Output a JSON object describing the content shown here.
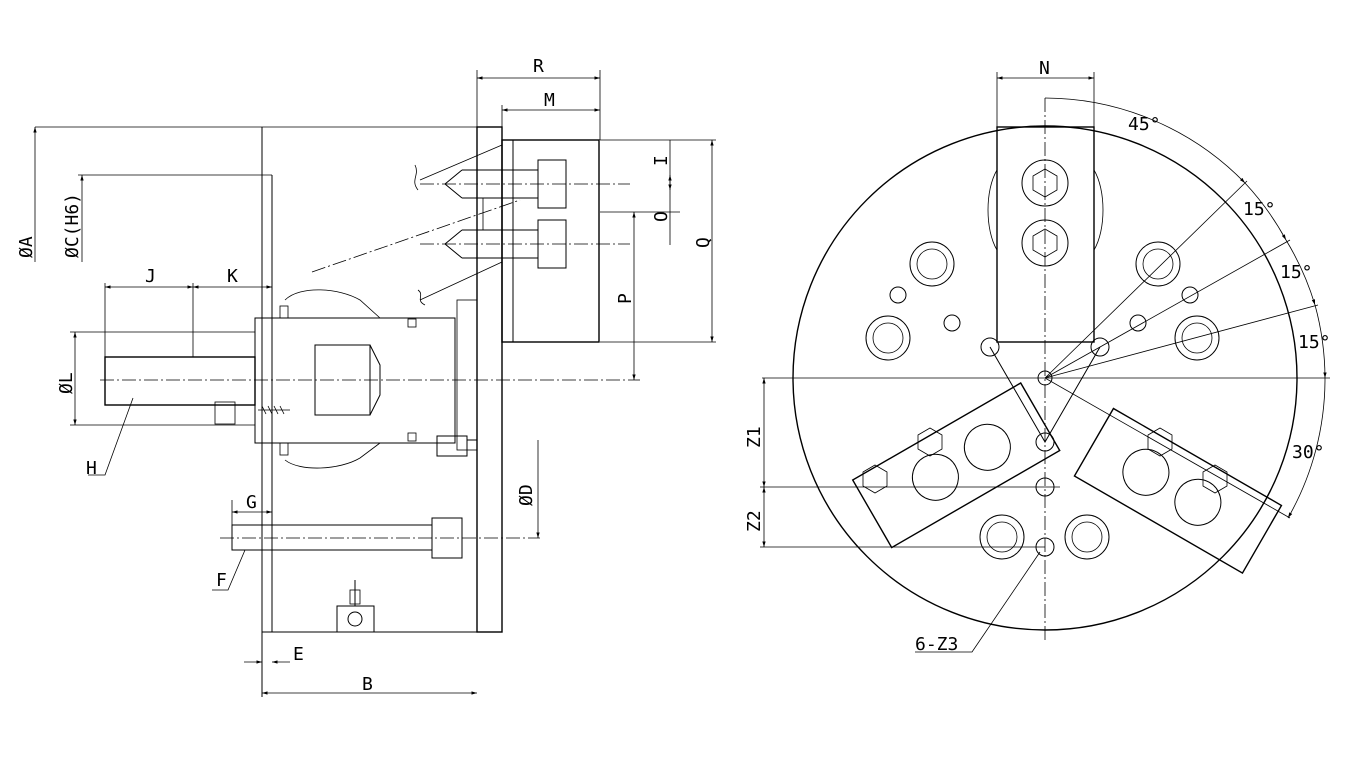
{
  "side_view": {
    "labels": {
      "R": "R",
      "M": "M",
      "I": "I",
      "O": "O",
      "Q": "Q",
      "P": "P",
      "A": "ØA",
      "C": "ØC(H6)",
      "J": "J",
      "K": "K",
      "L": "ØL",
      "H": "H",
      "D": "ØD",
      "G": "G",
      "F": "F",
      "E": "E",
      "B": "B"
    }
  },
  "front_view": {
    "labels": {
      "N": "N",
      "a45": "45°",
      "a15a": "15°",
      "a15b": "15°",
      "a15c": "15°",
      "a30": "30°",
      "Z1": "Z1",
      "Z2": "Z2",
      "Z3": "6-Z3"
    }
  }
}
